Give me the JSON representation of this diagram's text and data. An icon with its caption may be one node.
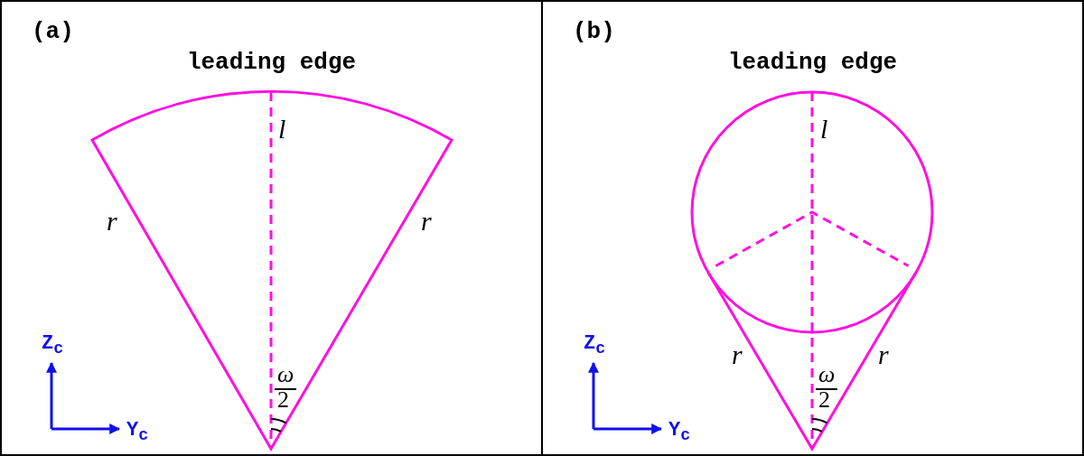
{
  "diagram": {
    "nodes": [
      {
        "text": [
          "(a)",
          "leading edge"
        ]
      },
      {
        "text": [
          "(b)",
          "leading edge"
        ]
      }
    ],
    "labels": [
      "l",
      "r",
      "r",
      "ω",
      "2",
      "Z$_{c}$",
      "Y$_{c}$",
      "l",
      "r",
      "r",
      "ω",
      "2",
      "Z$_{c}$",
      "Y$_{c}$"
    ]
  }
}
